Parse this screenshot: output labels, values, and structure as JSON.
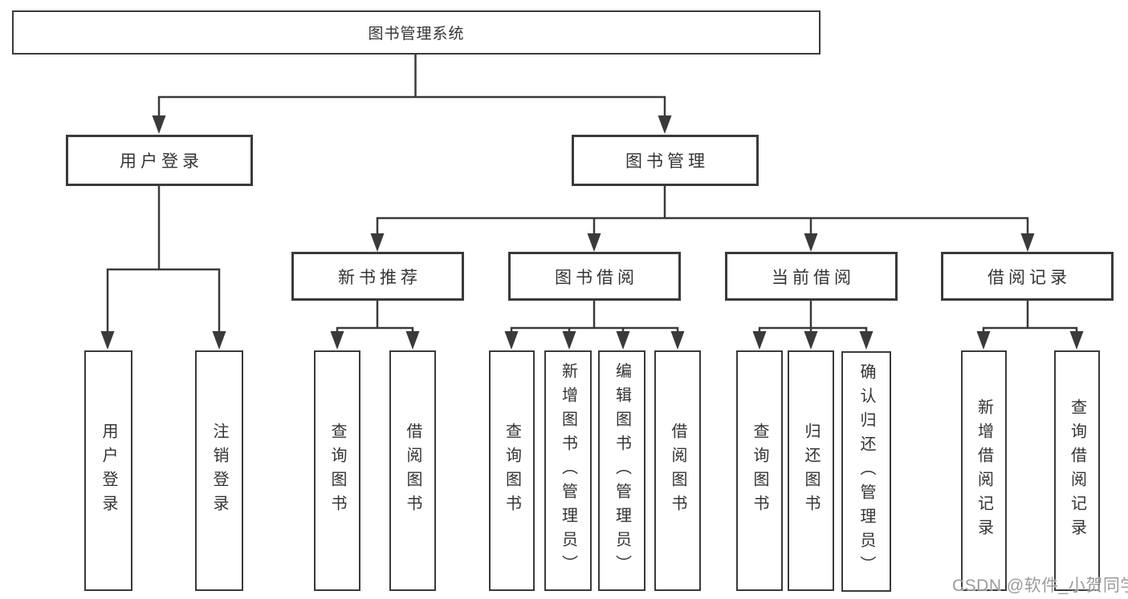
{
  "nodes": {
    "root": "图书管理系统",
    "user_login": "用户登录",
    "book_management": "图书管理",
    "new_book_recommend": "新书推荐",
    "book_borrow": "图书借阅",
    "current_borrow": "当前借阅",
    "borrow_records": "借阅记录",
    "leaf_user_login": "用户登录",
    "leaf_logout": "注销登录",
    "leaf_query_books_1": "查询图书",
    "leaf_borrow_books_1": "借阅图书",
    "leaf_query_books_2": "查询图书",
    "leaf_add_book_admin": "新增图书（管理员）",
    "leaf_edit_book_admin": "编辑图书（管理员）",
    "leaf_borrow_books_2": "借阅图书",
    "leaf_query_books_3": "查询图书",
    "leaf_return_book": "归还图书",
    "leaf_confirm_return_admin": "确认归还（管理员）",
    "leaf_add_borrow_record": "新增借阅记录",
    "leaf_query_borrow_record": "查询借阅记录"
  },
  "watermark": {
    "text": "CSDN @软件_小贺同学"
  },
  "colors": {
    "line": "#3a3a3a",
    "text": "#333333",
    "watermark": "#898989",
    "background": "#ffffff"
  }
}
